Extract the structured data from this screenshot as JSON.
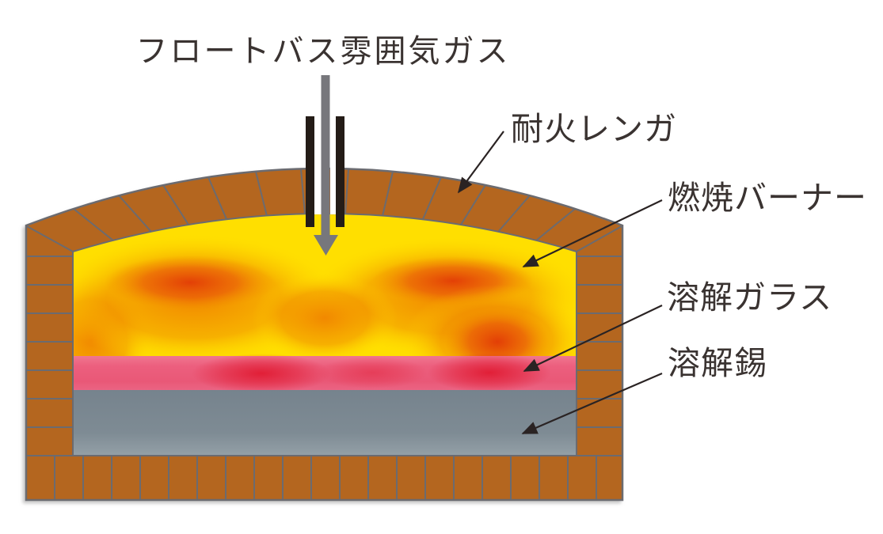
{
  "diagram": {
    "subject": "float-bath-furnace-cross-section",
    "top_label": "フロートバス雰囲気ガス",
    "callouts": {
      "refractory_brick": "耐火レンガ",
      "combustion_burner": "燃焼バーナー",
      "molten_glass": "溶解ガラス",
      "molten_tin": "溶解錫"
    },
    "colors": {
      "brick": "#b4661f",
      "mortar_line": "#6b6b70",
      "flame_yellow": "#ffdf00",
      "flame_orange": "#f07f00",
      "flame_red": "#e23b06",
      "glass_pink": "#ec6080",
      "glass_red": "#e0182f",
      "tin_gray_top": "#76838d",
      "tin_gray_bottom": "#94a0a7",
      "inlet_arrow_gray": "#77777c",
      "inlet_pipe_black": "#241c17",
      "label_text": "#3a3331",
      "leader_line": "#2a2323",
      "background": "#ffffff"
    }
  }
}
